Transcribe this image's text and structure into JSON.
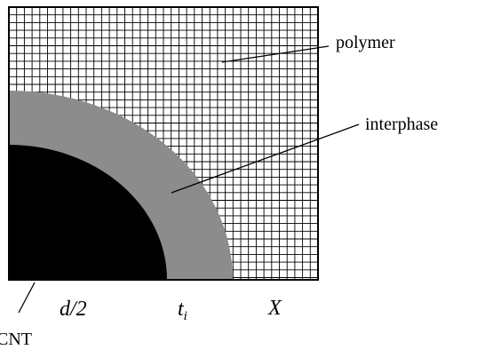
{
  "labels": {
    "polymer": "polymer",
    "interphase": "interphase",
    "cnt": "CNT",
    "d_half": "d/2",
    "t_base": "t",
    "t_sub": "i",
    "x": "X"
  },
  "colors": {
    "background": "#ffffff",
    "grid_line": "#000000",
    "interphase": "#8c8c8c",
    "cnt": "#000000",
    "frame": "#000000"
  }
}
